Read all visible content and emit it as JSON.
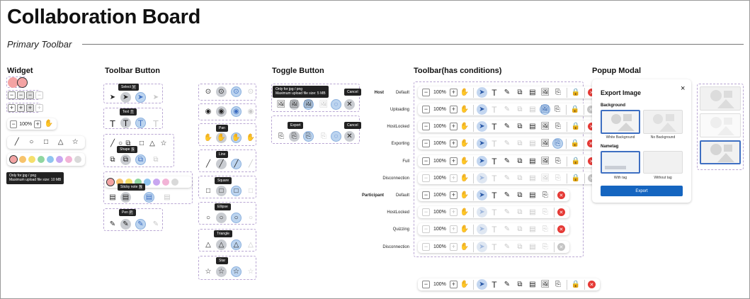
{
  "page": {
    "title": "Collaboration Board",
    "subtitle": "Primary Toolbar"
  },
  "sections": {
    "widget": "Widget",
    "toolbar_button": "Toolbar Button",
    "toggle_button": "Toggle Button",
    "toolbar_conditions": "Toolbar(has conditions)",
    "popup_modal": "Popup Modal"
  },
  "widget": {
    "zoom": "100%",
    "upload_tip": "Only for jpg / png\nMaximum upload file size: 10 MB",
    "colors": [
      "#f4a3a3",
      "#f7c36b",
      "#f5df6b",
      "#8fd6a0",
      "#8fc4f0",
      "#c8a6f0",
      "#f2b3d6",
      "#d9d9d9"
    ]
  },
  "toolbar_button": {
    "tips": {
      "select": "Select",
      "text": "Text",
      "shape": "Shape",
      "sticky": "Sticky note",
      "pen": "Pen"
    },
    "shortcuts": {
      "select": "V",
      "text": "T",
      "shape": "S",
      "sticky": "N",
      "pen": "P"
    }
  },
  "shape_column": {
    "tips": {
      "pan": "Pan",
      "line": "Line",
      "square": "Square",
      "ellipse": "Ellipse",
      "triangle": "Triangle",
      "star": "Star"
    }
  },
  "toggle": {
    "upload_tip": "Only for jpg / png\nMaximum upload file size: 5 MB",
    "cancel": "Cancel",
    "export": "Export"
  },
  "conditions": {
    "zoom": "100%",
    "group_host": "Host",
    "group_participant": "Participant",
    "host_rows": [
      "Default",
      "Uploading",
      "HostLocked",
      "Exporting",
      "Full",
      "Disconnection"
    ],
    "participant_rows": [
      "Default",
      "HostLocked",
      "Quizzing",
      "Disconnection"
    ]
  },
  "modal": {
    "title": "Export Image",
    "close": "×",
    "background_label": "Background",
    "white_bg": "White Background",
    "no_bg": "No Background",
    "nametag_label": "Nametag",
    "with_tag": "With tag",
    "without_tag": "Without tag",
    "export_button": "Export",
    "accent": "#1565c0"
  }
}
